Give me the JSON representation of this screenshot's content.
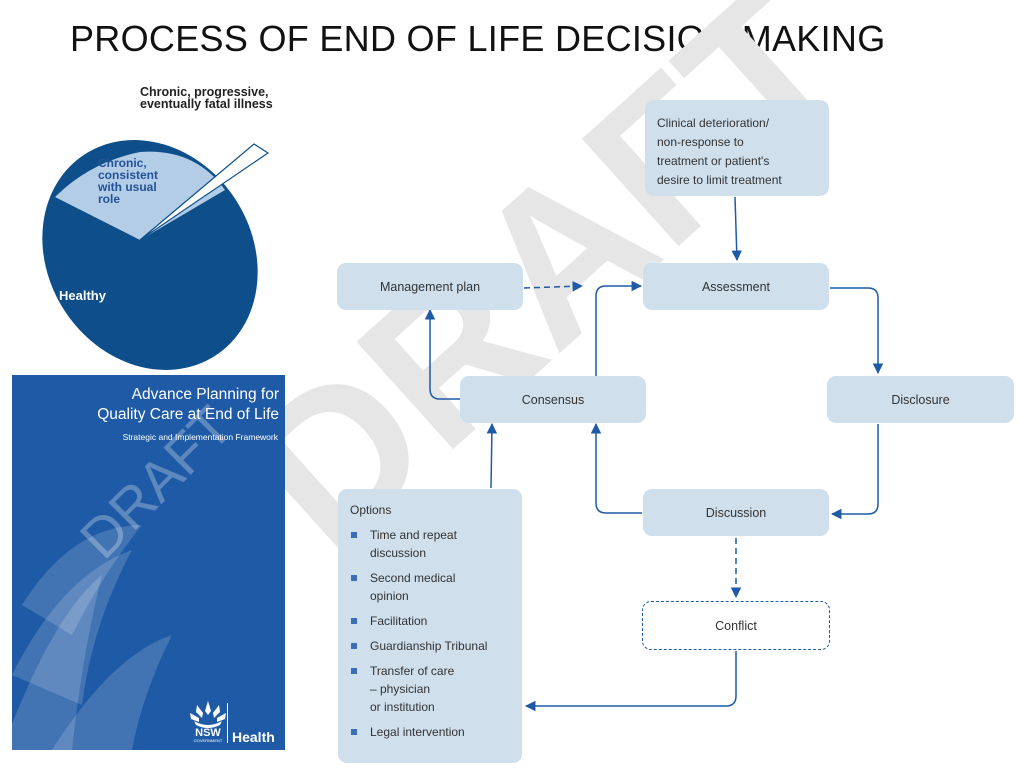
{
  "title": "PROCESS OF END OF LIFE DECISION MAKING",
  "pie": {
    "label_fatal": "Chronic, progressive,\neventually fatal illness",
    "label_chronic": "Chronic,\nconsistent\nwith usual\nrole",
    "label_healthy": "Healthy",
    "colors": {
      "healthy": "#0e4f8b",
      "chronic": "#b3cde6",
      "fatal": "#ffffff"
    }
  },
  "watermark": "DRAFT",
  "brochure": {
    "title_line1": "Advance Planning for",
    "title_line2": "Quality Care at End of Life",
    "subtitle": "Strategic and Implementation Framework",
    "watermark": "DRAFT",
    "logo_text": "NSW",
    "logo_small": "GOVERNMENT",
    "health": "Health"
  },
  "diagram": {
    "clinical": "Clinical deterioration/\nnon-response to\ntreatment or patient's\ndesire to limit treatment",
    "management_plan": "Management plan",
    "assessment": "Assessment",
    "consensus": "Consensus",
    "disclosure": "Disclosure",
    "discussion": "Discussion",
    "conflict": "Conflict",
    "options_heading": "Options",
    "options": [
      "Time and repeat\ndiscussion",
      "Second medical\nopinion",
      "Facilitation",
      "Guardianship Tribunal",
      "Transfer of care\n– physician\nor institution",
      "Legal intervention"
    ]
  }
}
